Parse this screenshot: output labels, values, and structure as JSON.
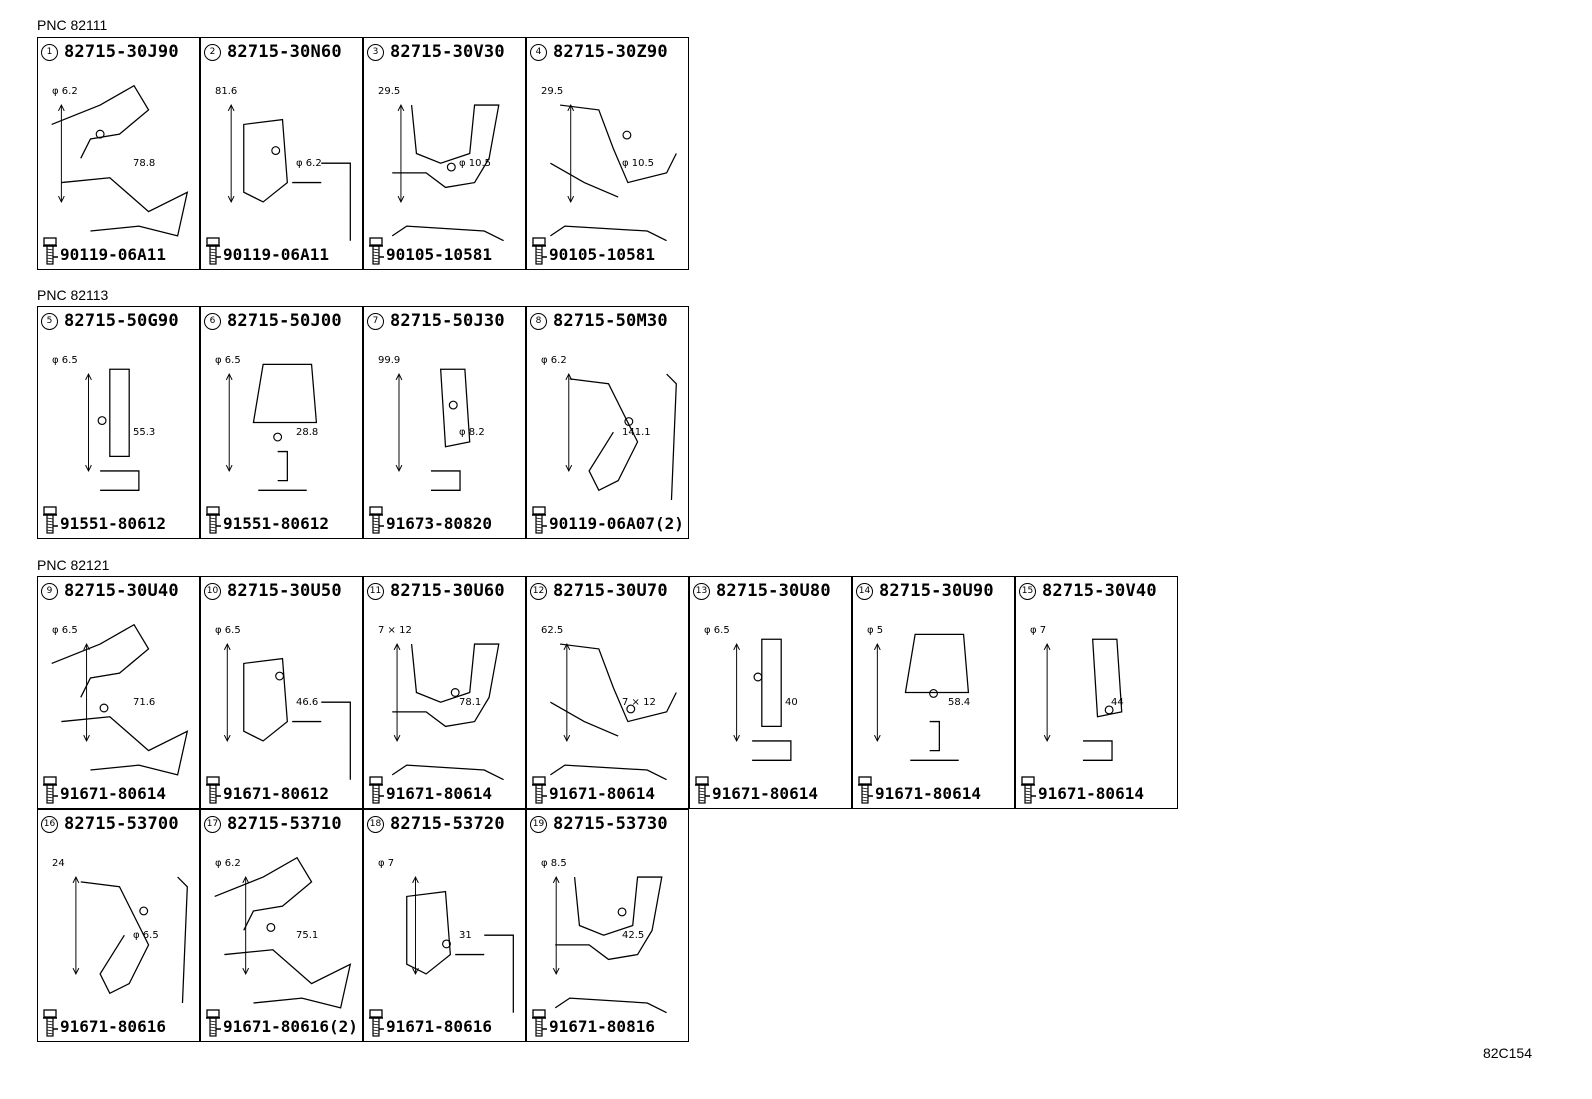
{
  "groups": [
    {
      "label": "PNC 82111",
      "cells": [
        {
          "num": "1",
          "part": "82715-30J90",
          "bolt": "90119-06A11",
          "dims": [
            "φ 6.2",
            "78.8"
          ]
        },
        {
          "num": "2",
          "part": "82715-30N60",
          "bolt": "90119-06A11",
          "dims": [
            "81.6",
            "φ 6.2"
          ]
        },
        {
          "num": "3",
          "part": "82715-30V30",
          "bolt": "90105-10581",
          "dims": [
            "29.5",
            "φ 10.5"
          ]
        },
        {
          "num": "4",
          "part": "82715-30Z90",
          "bolt": "90105-10581",
          "dims": [
            "29.5",
            "φ 10.5"
          ]
        }
      ]
    },
    {
      "label": "PNC 82113",
      "cells": [
        {
          "num": "5",
          "part": "82715-50G90",
          "bolt": "91551-80612",
          "dims": [
            "φ 6.5",
            "55.3"
          ]
        },
        {
          "num": "6",
          "part": "82715-50J00",
          "bolt": "91551-80612",
          "dims": [
            "φ 6.5",
            "28.8"
          ]
        },
        {
          "num": "7",
          "part": "82715-50J30",
          "bolt": "91673-80820",
          "dims": [
            "99.9",
            "φ 8.2"
          ]
        },
        {
          "num": "8",
          "part": "82715-50M30",
          "bolt": "90119-06A07(2)",
          "dims": [
            "φ 6.2",
            "141.1"
          ]
        }
      ]
    },
    {
      "label": "PNC 82121",
      "cells": [
        {
          "num": "9",
          "part": "82715-30U40",
          "bolt": "91671-80614",
          "dims": [
            "φ 6.5",
            "71.6"
          ]
        },
        {
          "num": "10",
          "part": "82715-30U50",
          "bolt": "91671-80612",
          "dims": [
            "φ 6.5",
            "46.6"
          ]
        },
        {
          "num": "11",
          "part": "82715-30U60",
          "bolt": "91671-80614",
          "dims": [
            "7 × 12",
            "78.1"
          ]
        },
        {
          "num": "12",
          "part": "82715-30U70",
          "bolt": "91671-80614",
          "dims": [
            "62.5",
            "7 × 12"
          ]
        },
        {
          "num": "13",
          "part": "82715-30U80",
          "bolt": "91671-80614",
          "dims": [
            "φ 6.5",
            "40"
          ]
        },
        {
          "num": "14",
          "part": "82715-30U90",
          "bolt": "91671-80614",
          "dims": [
            "φ 5",
            "58.4"
          ]
        },
        {
          "num": "15",
          "part": "82715-30V40",
          "bolt": "91671-80614",
          "dims": [
            "φ 7",
            "44"
          ]
        },
        {
          "num": "16",
          "part": "82715-53700",
          "bolt": "91671-80616",
          "dims": [
            "24",
            "φ 6.5"
          ]
        },
        {
          "num": "17",
          "part": "82715-53710",
          "bolt": "91671-80616(2)",
          "dims": [
            "φ 6.2",
            "75.1"
          ]
        },
        {
          "num": "18",
          "part": "82715-53720",
          "bolt": "91671-80616",
          "dims": [
            "φ 7",
            "31"
          ]
        },
        {
          "num": "19",
          "part": "82715-53730",
          "bolt": "91671-80816",
          "dims": [
            "φ 8.5",
            "42.5"
          ]
        }
      ]
    }
  ],
  "figure_code": "82C154",
  "icons": {
    "bolt": "bolt-icon",
    "part": "bracket-sketch-icon"
  }
}
